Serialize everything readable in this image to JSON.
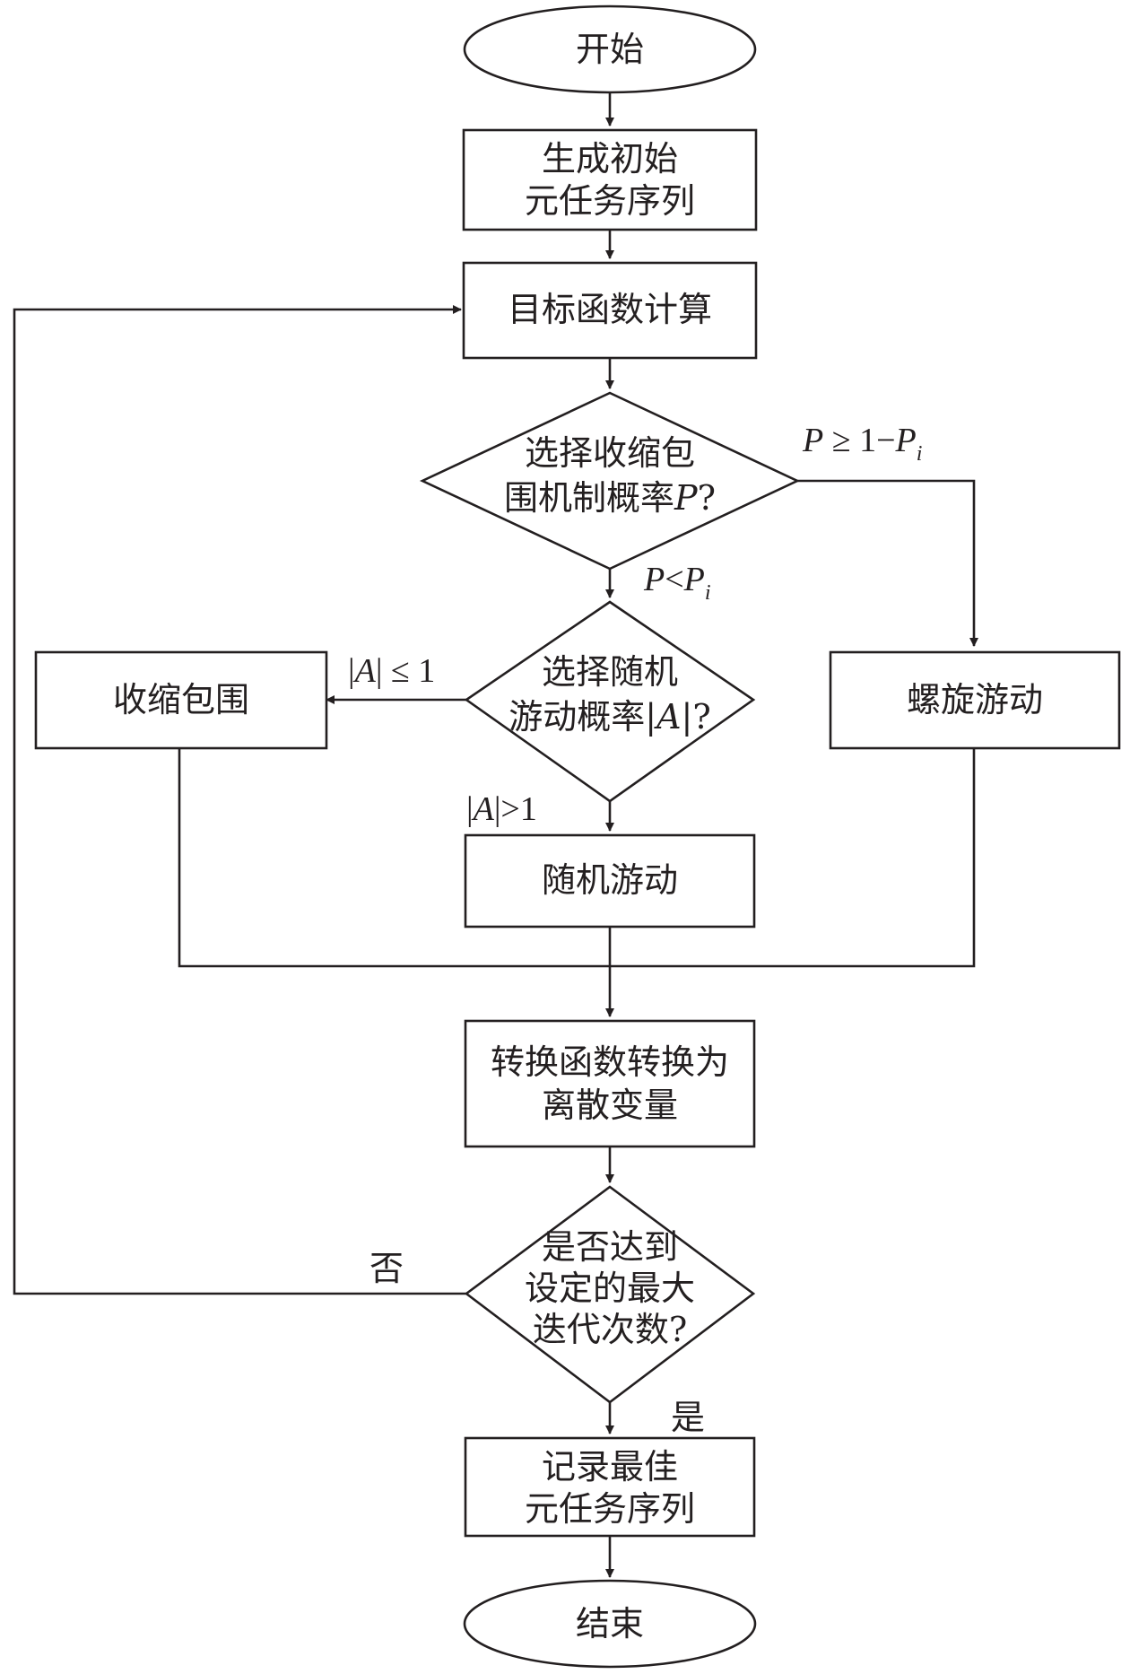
{
  "nodes": {
    "start": "开始",
    "init_line1": "生成初始",
    "init_line2": "元任务序列",
    "objective": "目标函数计算",
    "decide_p_line1": "选择收缩包",
    "decide_p_line2_prefix": "围机制概率",
    "decide_p_line2_var": "P",
    "decide_p_line2_suffix": "?",
    "decide_a_line1": "选择随机",
    "decide_a_line2_prefix": "游动概率|",
    "decide_a_line2_var": "A",
    "decide_a_line2_suffix": "|?",
    "shrink": "收缩包围",
    "spiral": "螺旋游动",
    "random": "随机游动",
    "convert_line1": "转换函数转换为",
    "convert_line2": "离散变量",
    "check_line1": "是否达到",
    "check_line2": "设定的最大",
    "check_line3": "迭代次数?",
    "record_line1": "记录最佳",
    "record_line2": "元任务序列",
    "end": "结束"
  },
  "edge_labels": {
    "p_ge_var": "P",
    "p_ge_rel": " ≥ 1−",
    "p_ge_var2": "P",
    "p_ge_sub": "i",
    "p_lt_var": "P",
    "p_lt_rel": "<",
    "p_lt_var2": "P",
    "p_lt_sub": "i",
    "a_le_open": "|",
    "a_le_var": "A",
    "a_le_rest": "| ≤ 1",
    "a_gt_open": "|",
    "a_gt_var": "A",
    "a_gt_rest": "|>1",
    "no": "否",
    "yes": "是"
  }
}
